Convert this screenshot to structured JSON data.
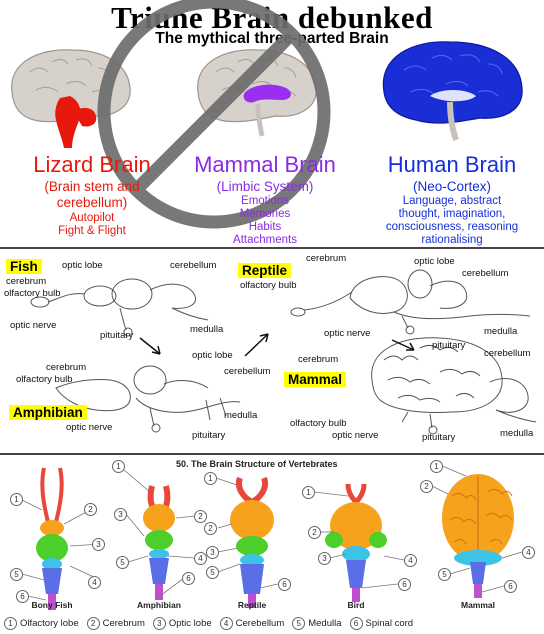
{
  "header": {
    "title": "Triune Brain debunked",
    "subtitle": "The mythical three-parted Brain"
  },
  "triune": {
    "lizard": {
      "name": "Lizard Brain",
      "system": [
        "(Brain stem and",
        "cerebellum)"
      ],
      "desc": [
        "Autopilot",
        "Fight & Flight"
      ],
      "color": "#e8190c"
    },
    "mammal": {
      "name": "Mammal Brain",
      "system": [
        "(Limbic System)"
      ],
      "desc": [
        "Emotions",
        "Memories",
        "Habits",
        "Attachments"
      ],
      "color": "#8a2be2"
    },
    "human": {
      "name": "Human Brain",
      "system": [
        "(Neo-Cortex)"
      ],
      "desc": [
        "Language, abstract",
        "thought, imagination,",
        "consciousness, reasoning",
        "rationalising"
      ],
      "color": "#1530d8"
    }
  },
  "vertebrate_sketch": {
    "tags": {
      "fish": "Fish",
      "reptile": "Reptile",
      "amphibian": "Amphibian",
      "mammal": "Mammal"
    },
    "labels": {
      "fish_optic_lobe": "optic lobe",
      "fish_cerebellum": "cerebellum",
      "fish_cerebrum": "cerebrum",
      "fish_olfactory": "olfactory bulb",
      "fish_optic_nerve": "optic nerve",
      "fish_pituitary": "pituitary",
      "fish_medulla": "medulla",
      "rep_cerebrum": "cerebrum",
      "rep_optic_lobe": "optic lobe",
      "rep_olfactory": "olfactory bulb",
      "rep_cerebellum": "cerebellum",
      "rep_optic_nerve": "optic nerve",
      "rep_medulla": "medulla",
      "rep_pituitary": "pituitary",
      "amph_optic_lobe": "optic lobe",
      "amph_cerebrum": "cerebrum",
      "amph_cerebellum": "cerebellum",
      "amph_olfactory": "olfactory bulb",
      "amph_medulla": "medulla",
      "amph_optic_nerve": "optic nerve",
      "amph_pituitary": "pituitary",
      "mam_cerebrum": "cerebrum",
      "mam_cerebellum": "cerebellum",
      "mam_olfactory": "olfactory bulb",
      "mam_optic_nerve": "optic nerve",
      "mam_pituitary": "pituitary",
      "mam_medulla": "medulla"
    }
  },
  "brain_structure": {
    "title": "50.   The Brain Structure of Vertebrates",
    "animals": [
      "Bony Fish",
      "Amphibian",
      "Reptile",
      "Bird",
      "Mammal"
    ],
    "legend": [
      {
        "num": "1",
        "label": "Olfactory lobe"
      },
      {
        "num": "2",
        "label": "Cerebrum"
      },
      {
        "num": "3",
        "label": "Optic lobe"
      },
      {
        "num": "4",
        "label": "Cerebellum"
      },
      {
        "num": "5",
        "label": "Medulla"
      },
      {
        "num": "6",
        "label": "Spinal cord"
      }
    ],
    "callouts": [
      "1",
      "2",
      "3",
      "4",
      "5",
      "6"
    ],
    "colors": {
      "olfactory": "#e8473a",
      "cerebrum": "#f7a21c",
      "optic": "#4ccf2a",
      "cerebellum": "#3cc4e8",
      "medulla": "#5a6ee8",
      "spinal": "#c04fd0"
    }
  },
  "prohibition_color": "#6d6d6d"
}
